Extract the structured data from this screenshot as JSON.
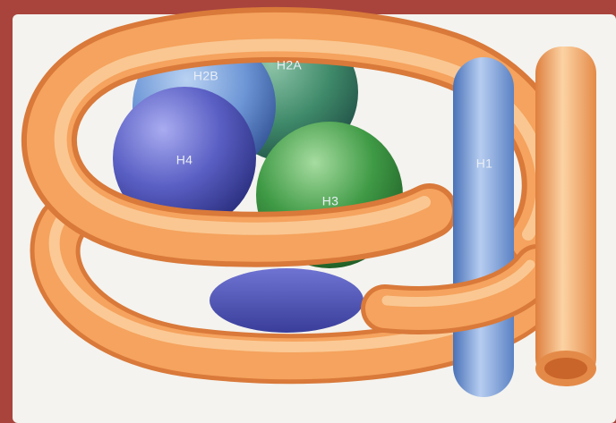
{
  "colors": {
    "backdrop": "#a8443c",
    "panel": "#f4f3ef",
    "dna": "#f5a35e",
    "dna_highlight": "#fcd5a8",
    "dna_shadow": "#d9793a",
    "h1": "#8fb2e0",
    "h2a": "#3f8a6a",
    "h2b": "#6d96d6",
    "h3": "#3f9a45",
    "h4": "#5a5fc4"
  },
  "icons": {
    "dna": "dna-strand-icon",
    "histone": "sphere-icon",
    "linker": "rod-icon"
  },
  "labels": {
    "h2b": "H2B",
    "h2a": "H2A",
    "h4": "H4",
    "h3": "H3",
    "h1": "H1"
  }
}
